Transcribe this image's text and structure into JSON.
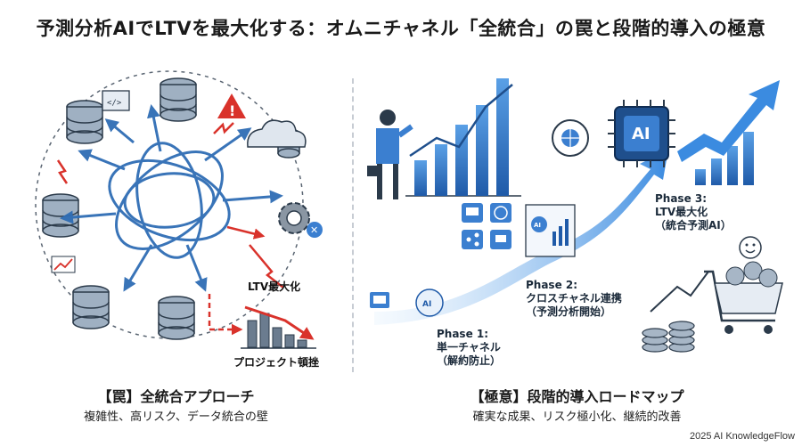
{
  "title": "予測分析AIでLTVを最大化する：オムニチャネル「全統合」の罠と段階的導入の極意",
  "left": {
    "label_ltv": "LTV最大化",
    "label_project": "プロジェクト頓挫",
    "caption_title": "【罠】全統合アプローチ",
    "caption_sub": "複雑性、高リスク、データ統合の壁"
  },
  "right": {
    "phase1": {
      "name": "Phase 1:",
      "title": "単一チャネル",
      "detail": "（解約防止）"
    },
    "phase2": {
      "name": "Phase 2:",
      "title": "クロスチャネル連携",
      "detail": "（予測分析開始）"
    },
    "phase3": {
      "name": "Phase 3:",
      "title": "LTV最大化",
      "detail": "（統合予測AI）"
    },
    "ai_badge": "AI",
    "caption_title": "【極意】段階的導入ロードマップ",
    "caption_sub": "確実な成果、リスク極小化、継続的改善"
  },
  "credit": "2025 AI KnowledgeFlow",
  "colors": {
    "blue_dark": "#1f4f8c",
    "blue": "#3b7fd0",
    "blue_light": "#9ec7ef",
    "red": "#d9322b",
    "gray": "#8a96a3"
  }
}
